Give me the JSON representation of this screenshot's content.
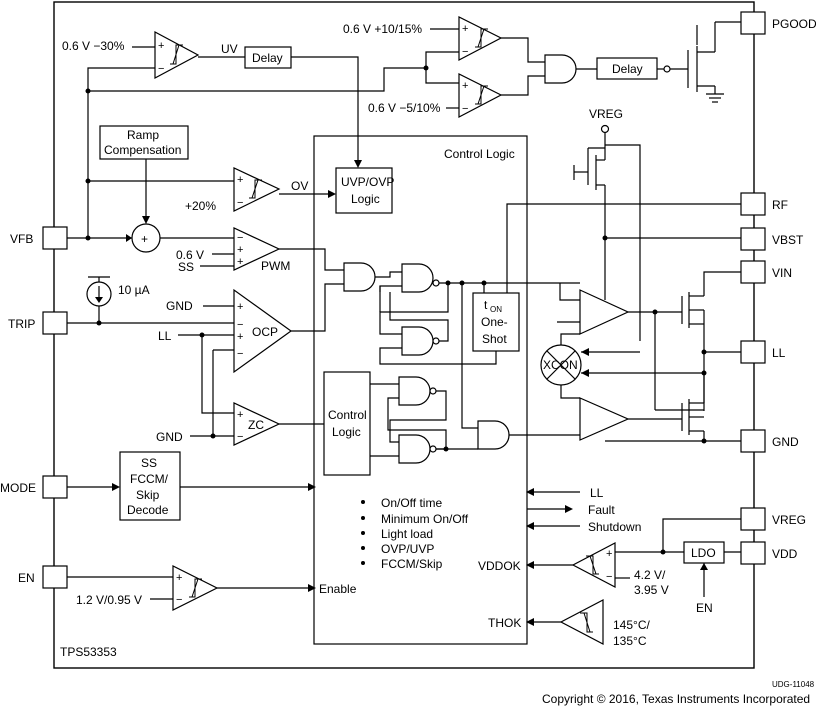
{
  "chip": {
    "name": "TPS53353"
  },
  "pins_right": [
    "PGOOD",
    "RF",
    "VBST",
    "VIN",
    "LL",
    "GND",
    "VREG",
    "VDD"
  ],
  "pins_left": [
    "VFB",
    "TRIP",
    "MODE",
    "EN"
  ],
  "labels": {
    "uv_thresh": "0.6 V −30%",
    "uv": "UV",
    "delay": "Delay",
    "pg_high": "0.6 V +10/15%",
    "pg_low": "0.6 V −5/10%",
    "vreg_top": "VREG",
    "ramp_comp_1": "Ramp",
    "ramp_comp_2": "Compensation",
    "control_logic": "Control Logic",
    "uvp_ovp_1": "UVP/OVP",
    "uvp_ovp_2": "Logic",
    "ov": "OV",
    "plus20": "+20%",
    "v06": "0.6 V",
    "ss": "SS",
    "pwm": "PWM",
    "ua10": "10 µA",
    "gnd": "GND",
    "ocp": "OCP",
    "ll": "LL",
    "zc": "ZC",
    "ton_1": "t",
    "ton_sub": "ON",
    "ton_2": "One-",
    "ton_3": "Shot",
    "xcon": "XCON",
    "ctrl_1": "Control",
    "ctrl_2": "Logic",
    "ssfccm_1": "SS",
    "ssfccm_2": "FCCM/",
    "ssfccm_3": "Skip",
    "ssfccm_4": "Decode",
    "bullets": [
      "On/Off time",
      "Minimum On/Off",
      "Light load",
      "OVP/UVP",
      "FCCM/Skip"
    ],
    "enable": "Enable",
    "en_thresh": "1.2 V/0.95 V",
    "sig_ll": "LL",
    "sig_fault": "Fault",
    "sig_shutdown": "Shutdown",
    "vddok": "VDDOK",
    "ldo": "LDO",
    "vdd_thresh_1": "4.2 V/",
    "vdd_thresh_2": "3.95 V",
    "en_ldo": "EN",
    "thok": "THOK",
    "temp_1": "145°C/",
    "temp_2": "135°C",
    "udg": "UDG-11048",
    "copyright": "Copyright © 2016, Texas Instruments Incorporated"
  }
}
